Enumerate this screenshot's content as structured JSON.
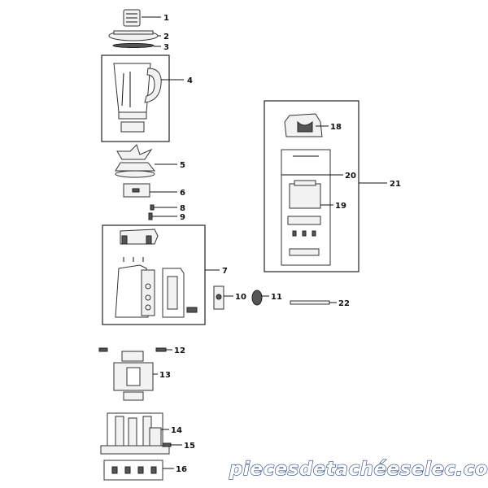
{
  "callouts": [
    "1",
    "2",
    "3",
    "4",
    "5",
    "6",
    "7",
    "8",
    "9",
    "10",
    "11",
    "12",
    "13",
    "14",
    "15",
    "16",
    "18",
    "19",
    "20",
    "21",
    "22"
  ],
  "watermark": "piecesdetachéeselec.com"
}
